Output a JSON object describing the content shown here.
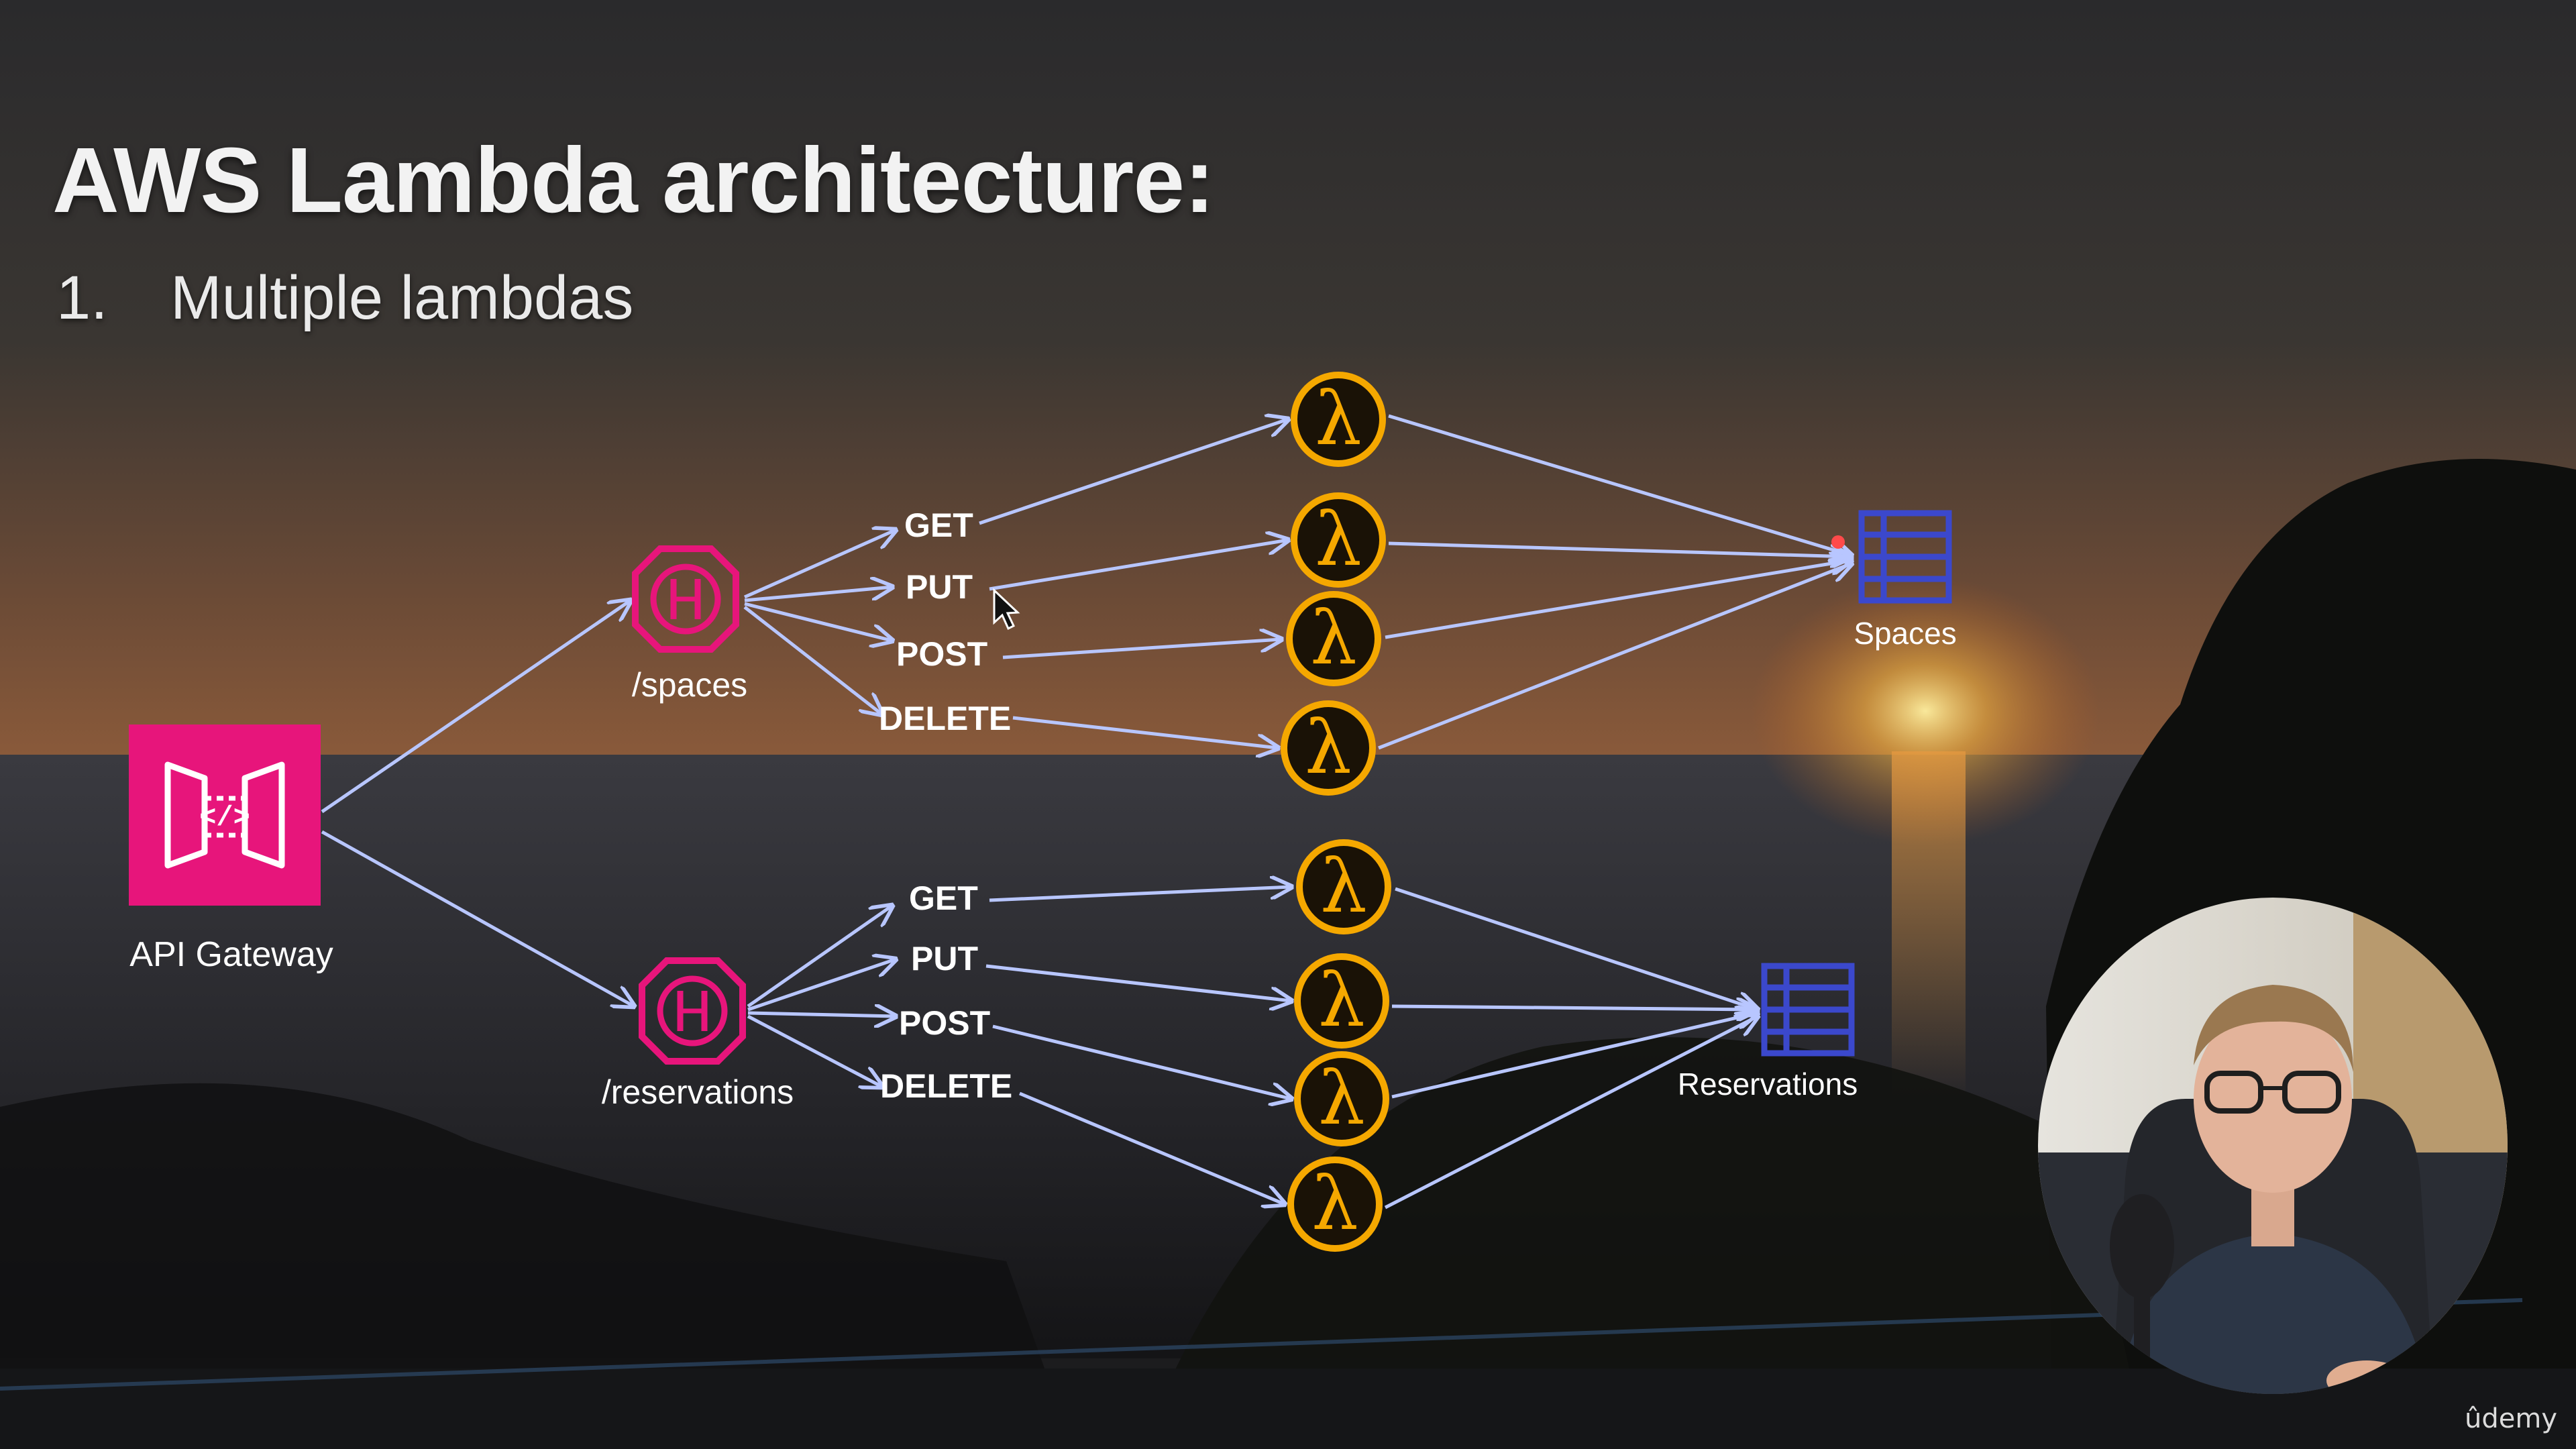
{
  "slide": {
    "title": "AWS Lambda architecture:",
    "subtitle_number": "1.",
    "subtitle_text": "Multiple lambdas"
  },
  "nodes": {
    "api_gateway": {
      "label": "API Gateway",
      "icon": "api-gateway-icon",
      "color": "#e7157b"
    },
    "spaces_resource": {
      "label": "/spaces",
      "icon": "api-resource-icon",
      "color": "#e7157b"
    },
    "reservations_resource": {
      "label": "/reservations",
      "icon": "api-resource-icon",
      "color": "#e7157b"
    },
    "spaces_table": {
      "label": "Spaces",
      "icon": "dynamodb-table-icon",
      "color": "#3b48cc"
    },
    "reservations_table": {
      "label": "Reservations",
      "icon": "dynamodb-table-icon",
      "color": "#3b48cc"
    }
  },
  "methods": {
    "spaces": [
      "GET",
      "PUT",
      "POST",
      "DELETE"
    ],
    "reservations": [
      "GET",
      "PUT",
      "POST",
      "DELETE"
    ]
  },
  "lambda": {
    "icon": "lambda-icon",
    "glyph": "λ",
    "color": "#f5a800"
  },
  "colors": {
    "arrow": "#b8c6ff",
    "text": "#ffffff"
  },
  "watermark": "ûdemy"
}
